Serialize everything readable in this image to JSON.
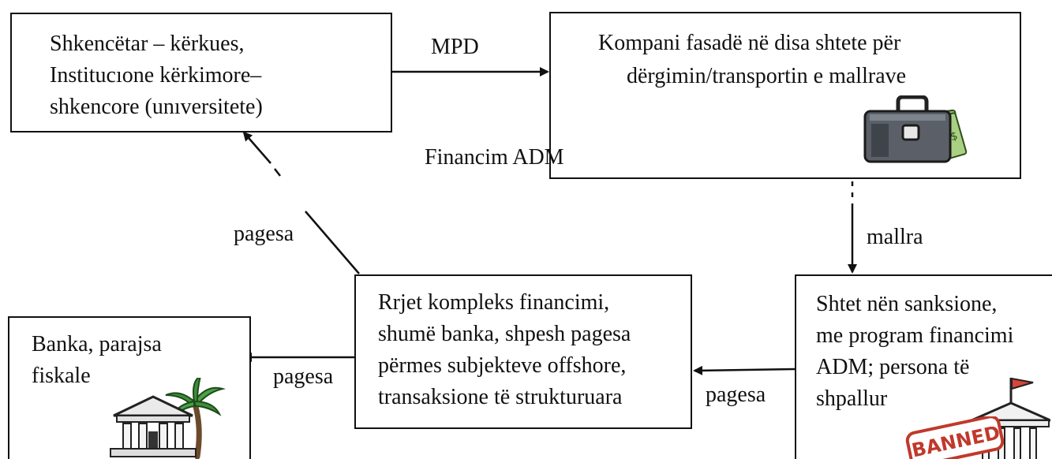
{
  "nodes": {
    "researchers": {
      "lines": [
        "Shkencëtar – kërkues,",
        "Institucıone kërkimore–",
        "shkencore (unıversitete)"
      ]
    },
    "front_companies": {
      "lines": [
        "Kompani fasadë në disa shtete për",
        "dërgimin/transportin e mallrave"
      ]
    },
    "sanctioned_states": {
      "lines": [
        "Shtet nën sanksione,",
        "me program financimi",
        "ADM; persona të",
        "shpallur"
      ]
    },
    "financing_network": {
      "lines": [
        "Rrjet kompleks financimi,",
        "shumë banka, shpesh pagesa",
        "përmes subjekteve offshore,",
        "transaksione të strukturuara"
      ]
    },
    "banks": {
      "lines": [
        "Banka, parajsa",
        "fiskale"
      ]
    }
  },
  "edges": {
    "mpd": "MPD",
    "financim_adm": "Financim ADM",
    "mallra": "mallra",
    "pagesa_states_to_network": "pagesa",
    "pagesa_network_to_banks": "pagesa",
    "pagesa_network_to_researchers": "pagesa"
  },
  "stamp": {
    "text": "BANNED",
    "color": "#c0392b"
  },
  "icons": [
    "briefcase-with-money-icon",
    "bank-with-palm-tree-icon",
    "government-building-with-flag-icon"
  ]
}
